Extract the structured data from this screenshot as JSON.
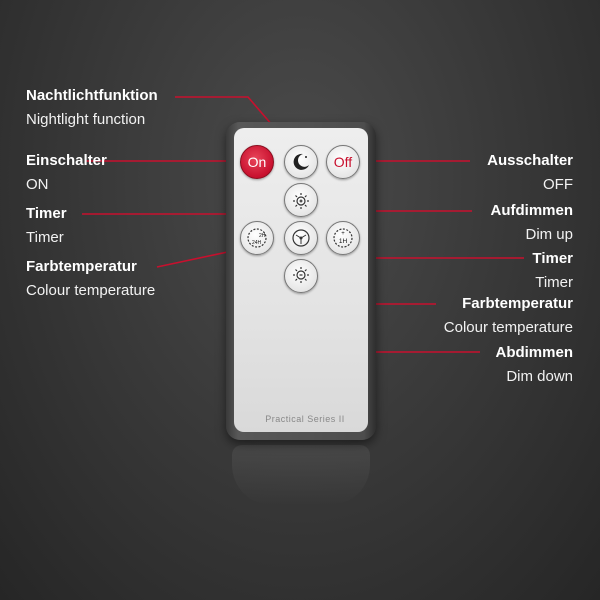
{
  "labels": {
    "nightlight": {
      "de": "Nachtlichtfunktion",
      "en": "Nightlight function"
    },
    "on": {
      "de": "Einschalter",
      "en": "ON"
    },
    "timer_left": {
      "de": "Timer",
      "en": "Timer"
    },
    "colour_left": {
      "de": "Farbtemperatur",
      "en": "Colour temperature"
    },
    "off": {
      "de": "Ausschalter",
      "en": "OFF"
    },
    "dim_up": {
      "de": "Aufdimmen",
      "en": "Dim up"
    },
    "timer_right": {
      "de": "Timer",
      "en": "Timer"
    },
    "colour_right": {
      "de": "Farbtemperatur",
      "en": "Colour temperature"
    },
    "dim_down": {
      "de": "Abdimmen",
      "en": "Dim down"
    }
  },
  "remote": {
    "on_button": "On",
    "off_button": "Off",
    "timer_2h": "2H",
    "timer_24h": "24H",
    "timer_1h": "1H",
    "series_text": "Practical Series II"
  },
  "colors": {
    "accent_red": "#c8102e",
    "leader_line": "#c8102e"
  },
  "icons": [
    "moon-icon",
    "sun-plus-icon",
    "sun-minus-icon",
    "colour-temperature-icon",
    "timer-icon"
  ]
}
